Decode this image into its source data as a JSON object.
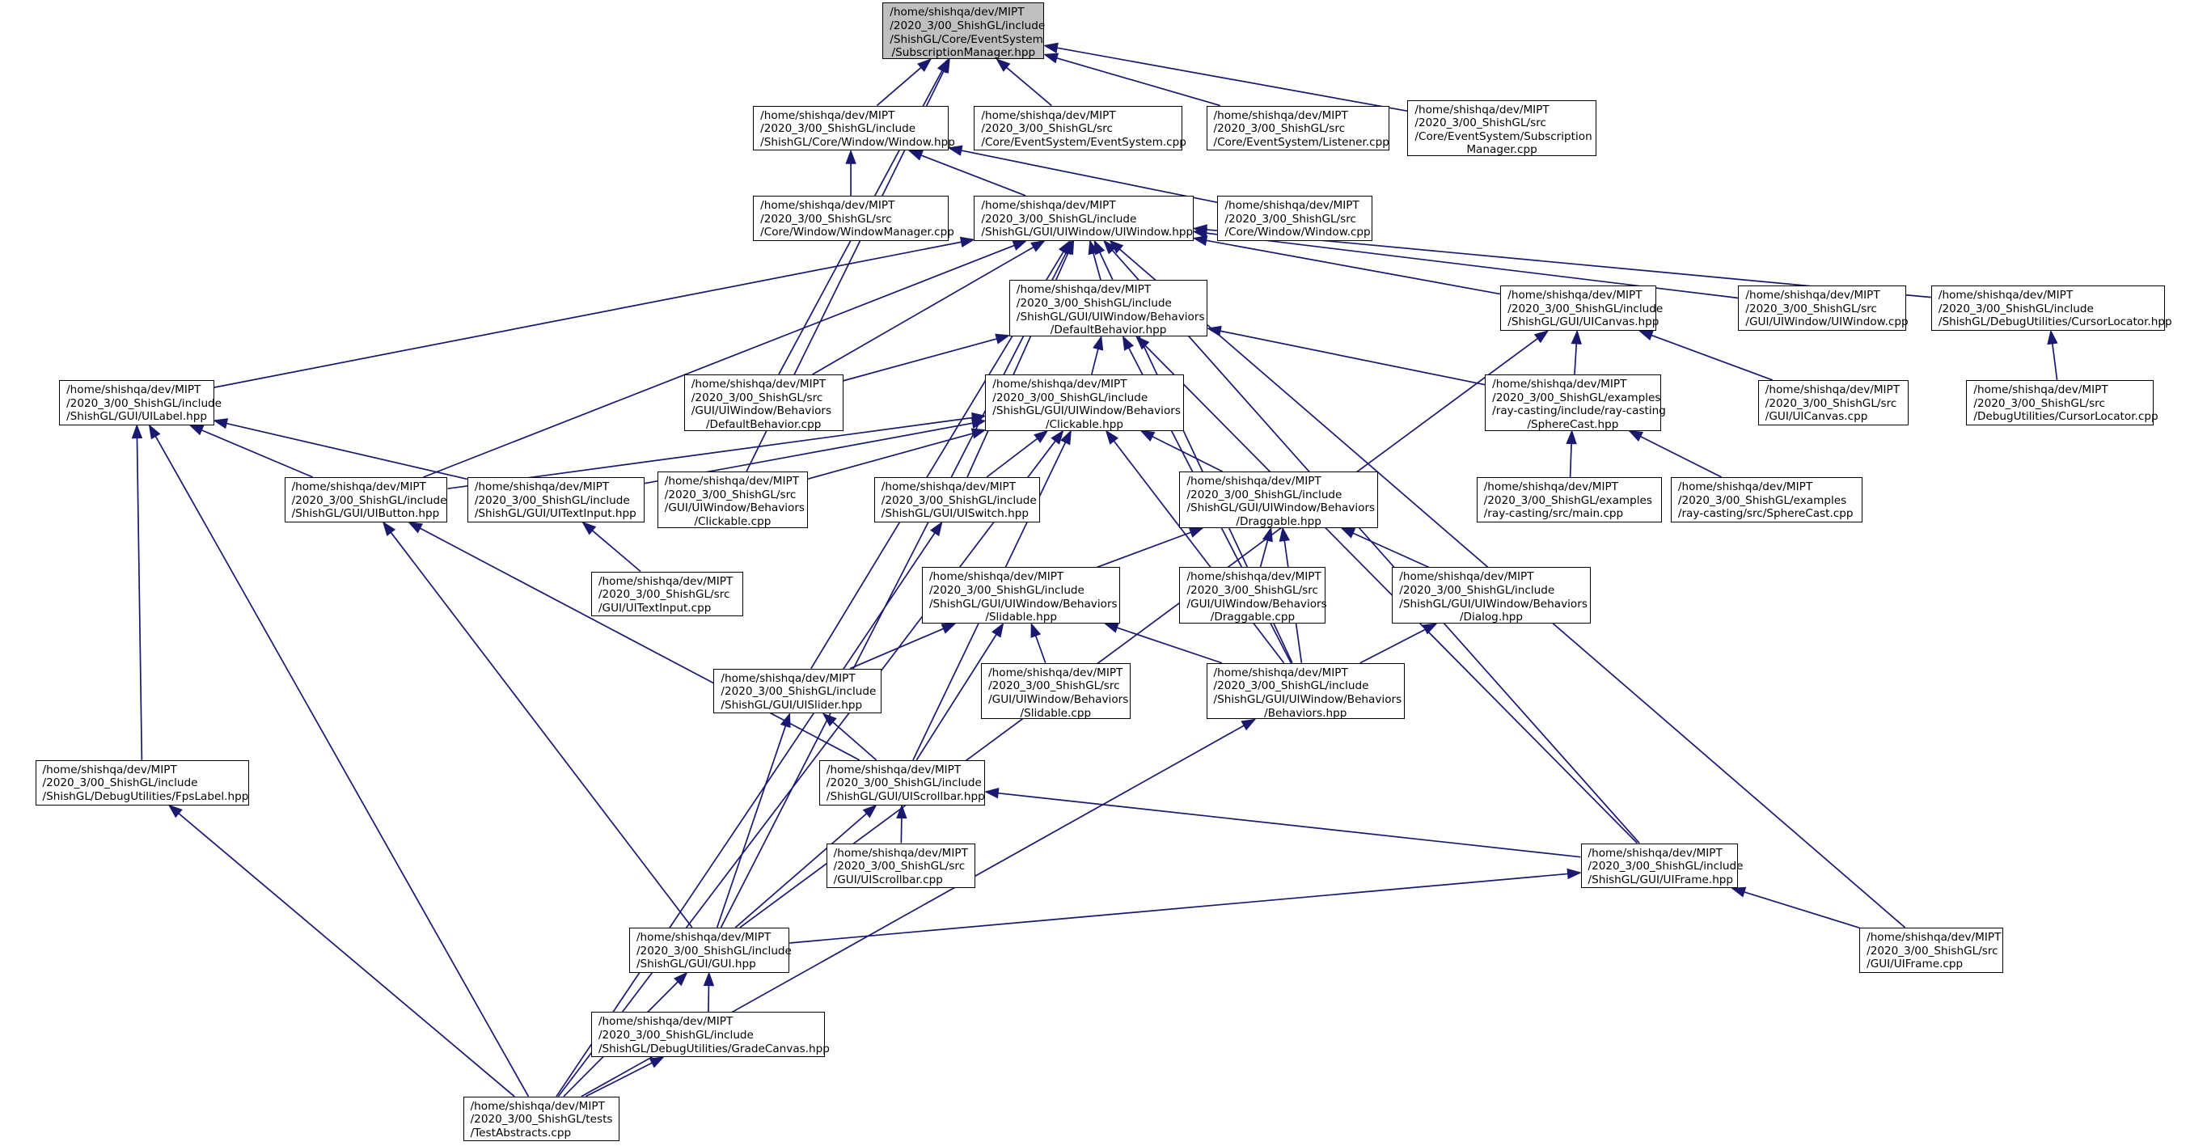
{
  "title": "Include dependency graph",
  "colors": {
    "edge": "#191970",
    "root_fill": "#bfbfbf",
    "node_fill": "#ffffff",
    "border": "#000000"
  },
  "nodes": [
    {
      "id": "SubMgrH",
      "lines": [
        "/home/shishqa/dev/MIPT",
        "/2020_3/00_ShishGL/include",
        "/ShishGL/Core/EventSystem",
        "/SubscriptionManager.hpp"
      ],
      "root": true
    },
    {
      "id": "WindowH",
      "lines": [
        "/home/shishqa/dev/MIPT",
        "/2020_3/00_ShishGL/include",
        "/ShishGL/Core/Window/Window.hpp"
      ]
    },
    {
      "id": "EventSysCpp",
      "lines": [
        "/home/shishqa/dev/MIPT",
        "/2020_3/00_ShishGL/src",
        "/Core/EventSystem/EventSystem.cpp"
      ]
    },
    {
      "id": "ListenerCpp",
      "lines": [
        "/home/shishqa/dev/MIPT",
        "/2020_3/00_ShishGL/src",
        "/Core/EventSystem/Listener.cpp"
      ]
    },
    {
      "id": "SubMgrCpp",
      "lines": [
        "/home/shishqa/dev/MIPT",
        "/2020_3/00_ShishGL/src",
        "/Core/EventSystem/Subscription",
        "Manager.cpp"
      ]
    },
    {
      "id": "WinMgrCpp",
      "lines": [
        "/home/shishqa/dev/MIPT",
        "/2020_3/00_ShishGL/src",
        "/Core/Window/WindowManager.cpp"
      ]
    },
    {
      "id": "UIWindowH",
      "lines": [
        "/home/shishqa/dev/MIPT",
        "/2020_3/00_ShishGL/include",
        "/ShishGL/GUI/UIWindow/UIWindow.hpp"
      ]
    },
    {
      "id": "WindowCpp",
      "lines": [
        "/home/shishqa/dev/MIPT",
        "/2020_3/00_ShishGL/src",
        "/Core/Window/Window.cpp"
      ]
    },
    {
      "id": "DefBehH",
      "lines": [
        "/home/shishqa/dev/MIPT",
        "/2020_3/00_ShishGL/include",
        "/ShishGL/GUI/UIWindow/Behaviors",
        "/DefaultBehavior.hpp"
      ]
    },
    {
      "id": "UICanvasH",
      "lines": [
        "/home/shishqa/dev/MIPT",
        "/2020_3/00_ShishGL/include",
        "/ShishGL/GUI/UICanvas.hpp"
      ]
    },
    {
      "id": "UIWindowCpp",
      "lines": [
        "/home/shishqa/dev/MIPT",
        "/2020_3/00_ShishGL/src",
        "/GUI/UIWindow/UIWindow.cpp"
      ]
    },
    {
      "id": "CursorLocH",
      "lines": [
        "/home/shishqa/dev/MIPT",
        "/2020_3/00_ShishGL/include",
        "/ShishGL/DebugUtilities/CursorLocator.hpp"
      ]
    },
    {
      "id": "UILabelH",
      "lines": [
        "/home/shishqa/dev/MIPT",
        "/2020_3/00_ShishGL/include",
        "/ShishGL/GUI/UILabel.hpp"
      ]
    },
    {
      "id": "DefBehCpp",
      "lines": [
        "/home/shishqa/dev/MIPT",
        "/2020_3/00_ShishGL/src",
        "/GUI/UIWindow/Behaviors",
        "/DefaultBehavior.cpp"
      ]
    },
    {
      "id": "ClickableH",
      "lines": [
        "/home/shishqa/dev/MIPT",
        "/2020_3/00_ShishGL/include",
        "/ShishGL/GUI/UIWindow/Behaviors",
        "/Clickable.hpp"
      ]
    },
    {
      "id": "SphereCastH",
      "lines": [
        "/home/shishqa/dev/MIPT",
        "/2020_3/00_ShishGL/examples",
        "/ray-casting/include/ray-casting",
        "/SphereCast.hpp"
      ]
    },
    {
      "id": "UICanvasCpp",
      "lines": [
        "/home/shishqa/dev/MIPT",
        "/2020_3/00_ShishGL/src",
        "/GUI/UICanvas.cpp"
      ]
    },
    {
      "id": "CursorLocCpp",
      "lines": [
        "/home/shishqa/dev/MIPT",
        "/2020_3/00_ShishGL/src",
        "/DebugUtilities/CursorLocator.cpp"
      ]
    },
    {
      "id": "UIButtonH",
      "lines": [
        "/home/shishqa/dev/MIPT",
        "/2020_3/00_ShishGL/include",
        "/ShishGL/GUI/UIButton.hpp"
      ]
    },
    {
      "id": "UITextInputH",
      "lines": [
        "/home/shishqa/dev/MIPT",
        "/2020_3/00_ShishGL/include",
        "/ShishGL/GUI/UITextInput.hpp"
      ]
    },
    {
      "id": "ClickableCpp",
      "lines": [
        "/home/shishqa/dev/MIPT",
        "/2020_3/00_ShishGL/src",
        "/GUI/UIWindow/Behaviors",
        "/Clickable.cpp"
      ]
    },
    {
      "id": "UISwitchH",
      "lines": [
        "/home/shishqa/dev/MIPT",
        "/2020_3/00_ShishGL/include",
        "/ShishGL/GUI/UISwitch.hpp"
      ]
    },
    {
      "id": "DraggableH",
      "lines": [
        "/home/shishqa/dev/MIPT",
        "/2020_3/00_ShishGL/include",
        "/ShishGL/GUI/UIWindow/Behaviors",
        "/Draggable.hpp"
      ]
    },
    {
      "id": "RCMainCpp",
      "lines": [
        "/home/shishqa/dev/MIPT",
        "/2020_3/00_ShishGL/examples",
        "/ray-casting/src/main.cpp"
      ]
    },
    {
      "id": "RCSphereCpp",
      "lines": [
        "/home/shishqa/dev/MIPT",
        "/2020_3/00_ShishGL/examples",
        "/ray-casting/src/SphereCast.cpp"
      ]
    },
    {
      "id": "UITextInputCpp",
      "lines": [
        "/home/shishqa/dev/MIPT",
        "/2020_3/00_ShishGL/src",
        "/GUI/UITextInput.cpp"
      ]
    },
    {
      "id": "SlidableH",
      "lines": [
        "/home/shishqa/dev/MIPT",
        "/2020_3/00_ShishGL/include",
        "/ShishGL/GUI/UIWindow/Behaviors",
        "/Slidable.hpp"
      ]
    },
    {
      "id": "DraggableCpp",
      "lines": [
        "/home/shishqa/dev/MIPT",
        "/2020_3/00_ShishGL/src",
        "/GUI/UIWindow/Behaviors",
        "/Draggable.cpp"
      ]
    },
    {
      "id": "DialogH",
      "lines": [
        "/home/shishqa/dev/MIPT",
        "/2020_3/00_ShishGL/include",
        "/ShishGL/GUI/UIWindow/Behaviors",
        "/Dialog.hpp"
      ]
    },
    {
      "id": "UISliderH",
      "lines": [
        "/home/shishqa/dev/MIPT",
        "/2020_3/00_ShishGL/include",
        "/ShishGL/GUI/UISlider.hpp"
      ]
    },
    {
      "id": "SlidableCpp",
      "lines": [
        "/home/shishqa/dev/MIPT",
        "/2020_3/00_ShishGL/src",
        "/GUI/UIWindow/Behaviors",
        "/Slidable.cpp"
      ]
    },
    {
      "id": "BehaviorsH",
      "lines": [
        "/home/shishqa/dev/MIPT",
        "/2020_3/00_ShishGL/include",
        "/ShishGL/GUI/UIWindow/Behaviors",
        "/Behaviors.hpp"
      ]
    },
    {
      "id": "FpsLabelH",
      "lines": [
        "/home/shishqa/dev/MIPT",
        "/2020_3/00_ShishGL/include",
        "/ShishGL/DebugUtilities/FpsLabel.hpp"
      ]
    },
    {
      "id": "UIScrollbarH",
      "lines": [
        "/home/shishqa/dev/MIPT",
        "/2020_3/00_ShishGL/include",
        "/ShishGL/GUI/UIScrollbar.hpp"
      ]
    },
    {
      "id": "UIScrollbarCpp",
      "lines": [
        "/home/shishqa/dev/MIPT",
        "/2020_3/00_ShishGL/src",
        "/GUI/UIScrollbar.cpp"
      ]
    },
    {
      "id": "UIFrameH",
      "lines": [
        "/home/shishqa/dev/MIPT",
        "/2020_3/00_ShishGL/include",
        "/ShishGL/GUI/UIFrame.hpp"
      ]
    },
    {
      "id": "GUIH",
      "lines": [
        "/home/shishqa/dev/MIPT",
        "/2020_3/00_ShishGL/include",
        "/ShishGL/GUI/GUI.hpp"
      ]
    },
    {
      "id": "UIFrameCpp",
      "lines": [
        "/home/shishqa/dev/MIPT",
        "/2020_3/00_ShishGL/src",
        "/GUI/UIFrame.cpp"
      ]
    },
    {
      "id": "GradeCanvasH",
      "lines": [
        "/home/shishqa/dev/MIPT",
        "/2020_3/00_ShishGL/include",
        "/ShishGL/DebugUtilities/GradeCanvas.hpp"
      ]
    },
    {
      "id": "TestAbstractsCpp",
      "lines": [
        "/home/shishqa/dev/MIPT",
        "/2020_3/00_ShishGL/tests",
        "/TestAbstracts.cpp"
      ]
    }
  ],
  "edges": [
    [
      "WindowH",
      "SubMgrH"
    ],
    [
      "EventSysCpp",
      "SubMgrH"
    ],
    [
      "ListenerCpp",
      "SubMgrH"
    ],
    [
      "SubMgrCpp",
      "SubMgrH"
    ],
    [
      "DefBehCpp",
      "SubMgrH"
    ],
    [
      "ClickableCpp",
      "SubMgrH"
    ],
    [
      "WinMgrCpp",
      "WindowH"
    ],
    [
      "UIWindowH",
      "WindowH"
    ],
    [
      "WindowCpp",
      "WindowH"
    ],
    [
      "DefBehH",
      "UIWindowH"
    ],
    [
      "UICanvasH",
      "UIWindowH"
    ],
    [
      "UIWindowCpp",
      "UIWindowH"
    ],
    [
      "CursorLocH",
      "UIWindowH"
    ],
    [
      "UILabelH",
      "UIWindowH"
    ],
    [
      "DefBehCpp",
      "UIWindowH"
    ],
    [
      "UIButtonH",
      "UIWindowH"
    ],
    [
      "UISwitchH",
      "UIWindowH"
    ],
    [
      "UISliderH",
      "UIWindowH"
    ],
    [
      "UIFrameH",
      "UIWindowH"
    ],
    [
      "UIFrameCpp",
      "UIWindowH"
    ],
    [
      "GUIH",
      "UIWindowH"
    ],
    [
      "BehaviorsH",
      "UIWindowH"
    ],
    [
      "ClickableH",
      "DefBehH"
    ],
    [
      "DefBehCpp",
      "DefBehH"
    ],
    [
      "SphereCastH",
      "DefBehH"
    ],
    [
      "BehaviorsH",
      "DefBehH"
    ],
    [
      "UIFrameH",
      "DefBehH"
    ],
    [
      "SphereCastH",
      "UICanvasH"
    ],
    [
      "UICanvasCpp",
      "UICanvasH"
    ],
    [
      "GUIH",
      "UICanvasH"
    ],
    [
      "CursorLocCpp",
      "CursorLocH"
    ],
    [
      "UIButtonH",
      "UILabelH"
    ],
    [
      "UITextInputH",
      "UILabelH"
    ],
    [
      "FpsLabelH",
      "UILabelH"
    ],
    [
      "TestAbstractsCpp",
      "UILabelH"
    ],
    [
      "UIButtonH",
      "ClickableH"
    ],
    [
      "UITextInputH",
      "ClickableH"
    ],
    [
      "ClickableCpp",
      "ClickableH"
    ],
    [
      "UISwitchH",
      "ClickableH"
    ],
    [
      "DraggableH",
      "ClickableH"
    ],
    [
      "UIScrollbarH",
      "ClickableH"
    ],
    [
      "BehaviorsH",
      "ClickableH"
    ],
    [
      "TestAbstractsCpp",
      "ClickableH"
    ],
    [
      "RCMainCpp",
      "SphereCastH"
    ],
    [
      "RCSphereCpp",
      "SphereCastH"
    ],
    [
      "UITextInputCpp",
      "UITextInputH"
    ],
    [
      "GUIH",
      "UIButtonH"
    ],
    [
      "UIScrollbarH",
      "UIButtonH"
    ],
    [
      "TestAbstractsCpp",
      "UISwitchH"
    ],
    [
      "SlidableH",
      "DraggableH"
    ],
    [
      "DraggableCpp",
      "DraggableH"
    ],
    [
      "DialogH",
      "DraggableH"
    ],
    [
      "BehaviorsH",
      "DraggableH"
    ],
    [
      "UISliderH",
      "SlidableH"
    ],
    [
      "SlidableCpp",
      "SlidableH"
    ],
    [
      "BehaviorsH",
      "SlidableH"
    ],
    [
      "UIScrollbarH",
      "SlidableH"
    ],
    [
      "BehaviorsH",
      "DialogH"
    ],
    [
      "UIScrollbarH",
      "UISliderH"
    ],
    [
      "GUIH",
      "UISliderH"
    ],
    [
      "TestAbstractsCpp",
      "BehaviorsH"
    ],
    [
      "TestAbstractsCpp",
      "FpsLabelH"
    ],
    [
      "UIScrollbarCpp",
      "UIScrollbarH"
    ],
    [
      "GUIH",
      "UIScrollbarH"
    ],
    [
      "UIFrameH",
      "UIScrollbarH"
    ],
    [
      "GUIH",
      "UIFrameH"
    ],
    [
      "UIFrameCpp",
      "UIFrameH"
    ],
    [
      "GradeCanvasH",
      "GUIH"
    ],
    [
      "TestAbstractsCpp",
      "GUIH"
    ],
    [
      "TestAbstractsCpp",
      "GradeCanvasH"
    ]
  ]
}
